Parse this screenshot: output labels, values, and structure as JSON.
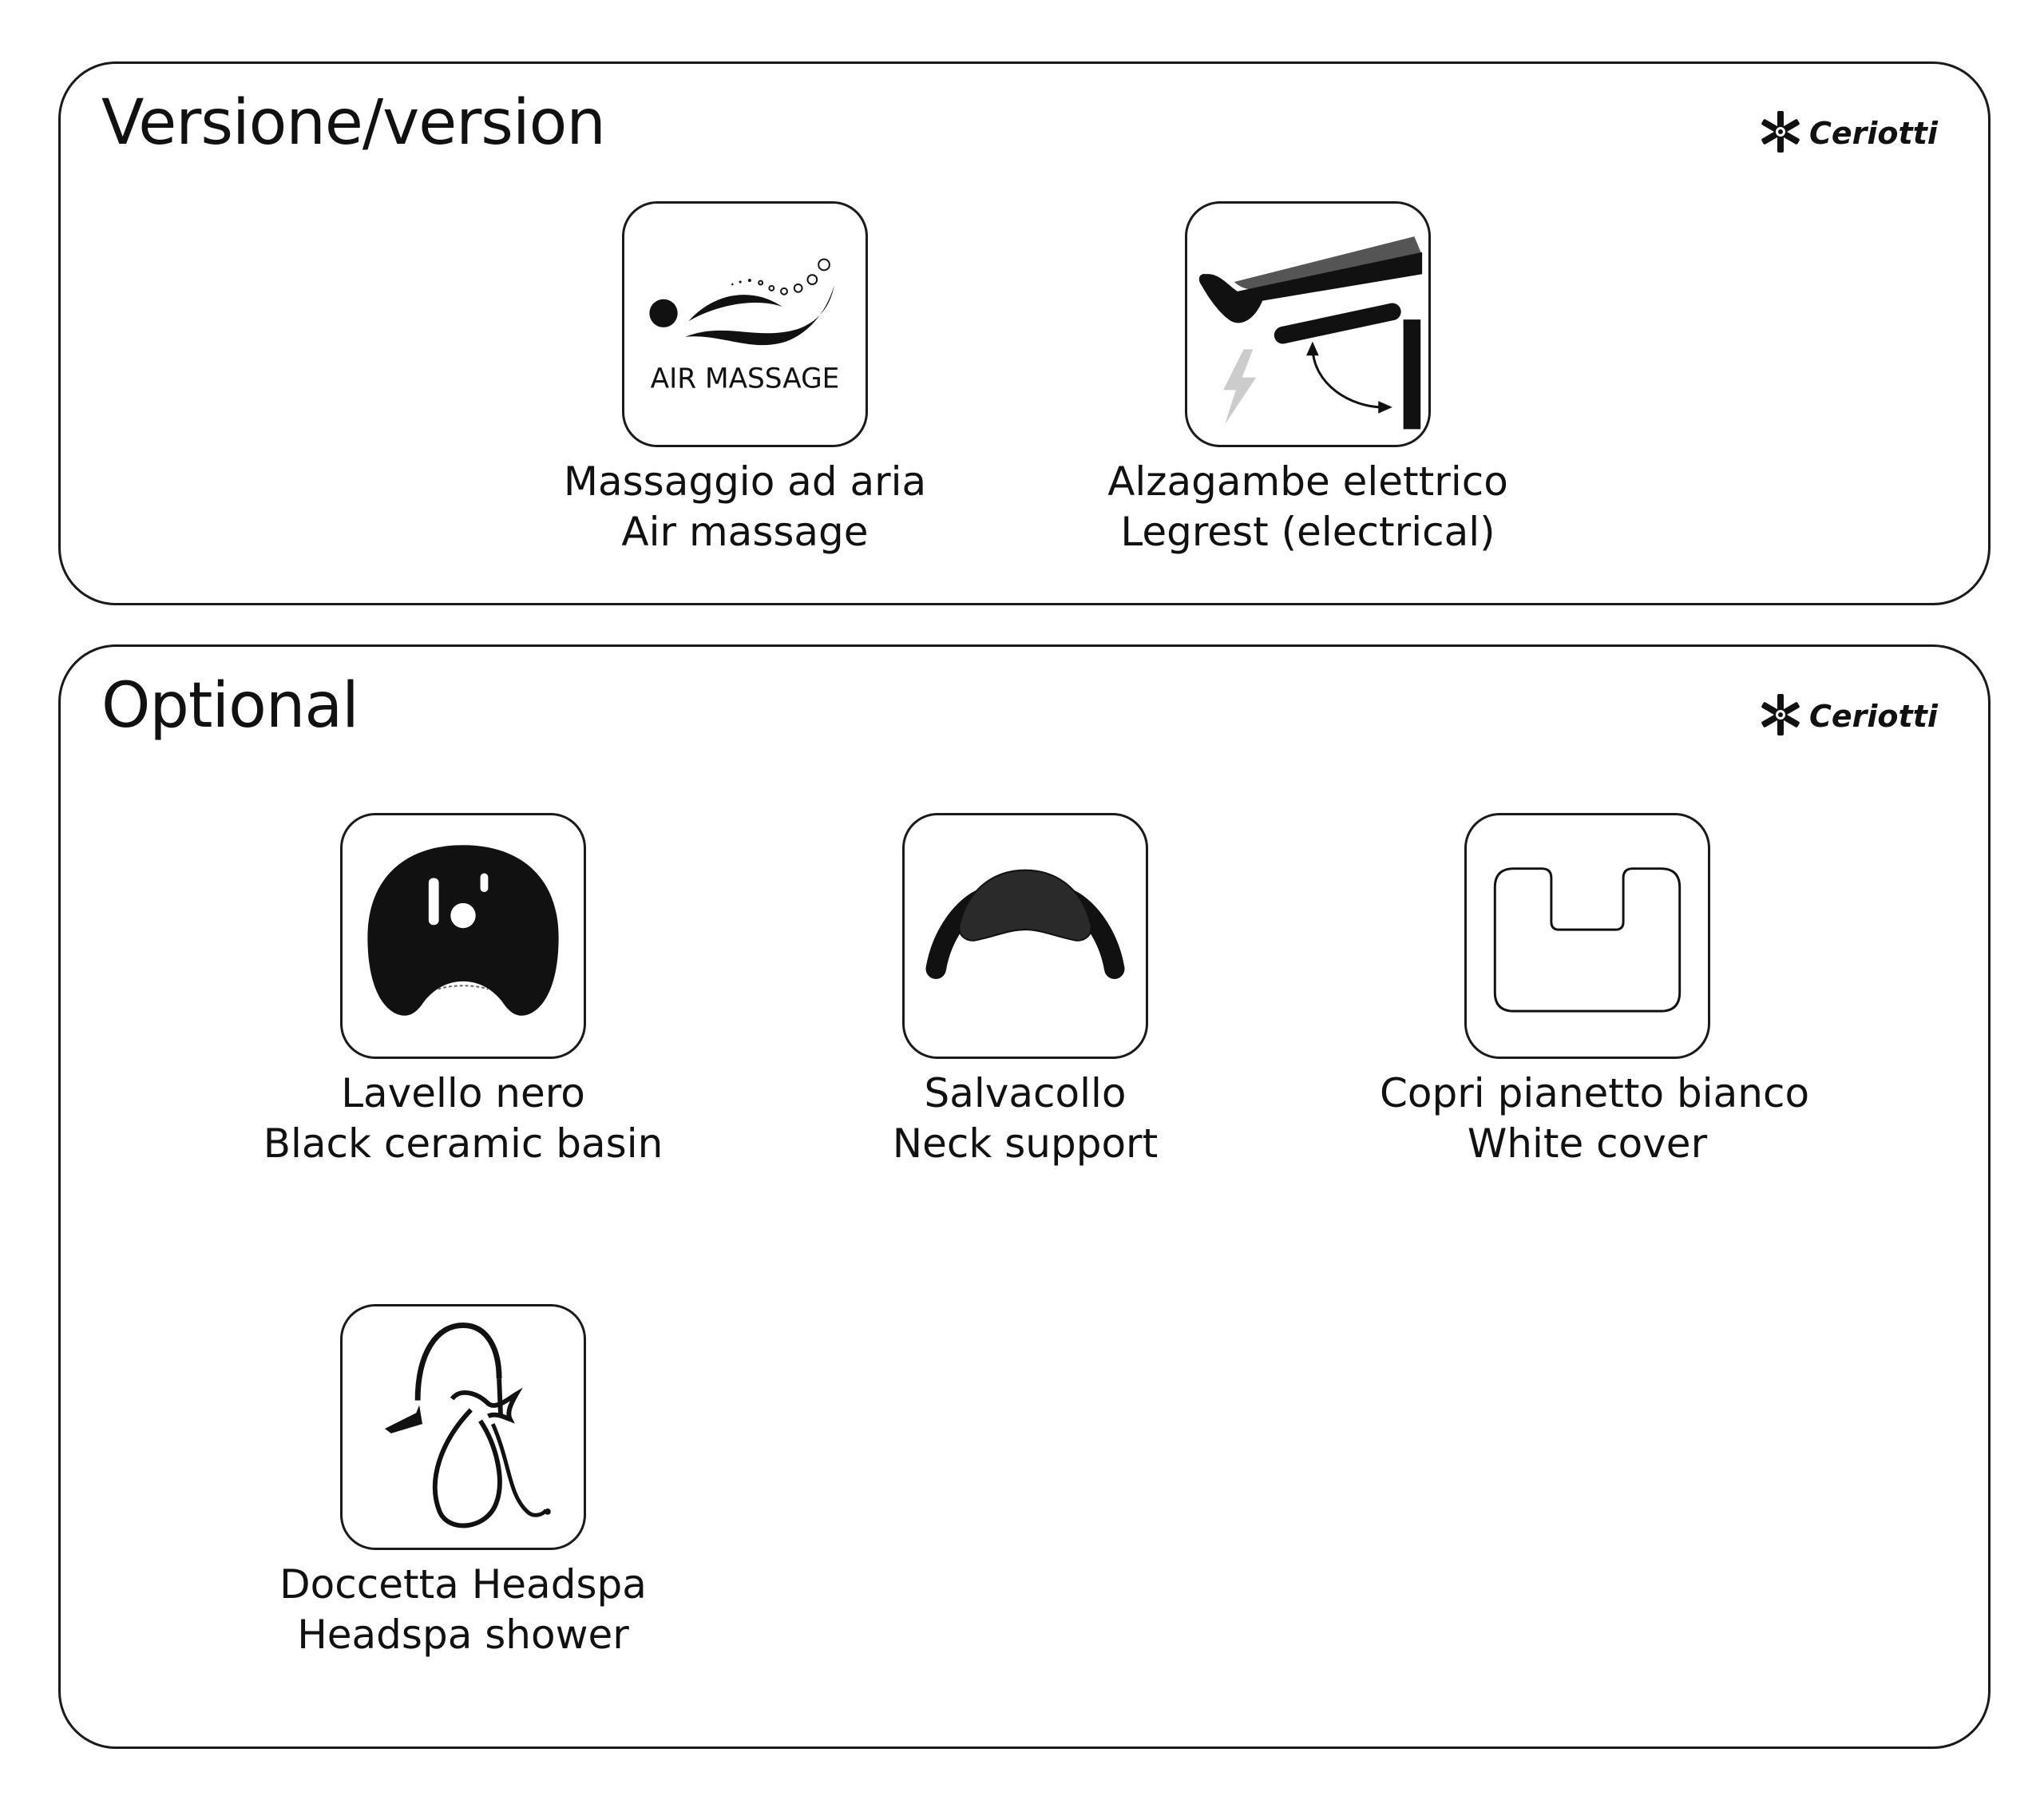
{
  "brand": {
    "logo_text": "Ceriotti",
    "logo_icon": "snowflake-logo-icon"
  },
  "version_panel": {
    "title": "Versione/version",
    "items": [
      {
        "icon": "air-massage-icon",
        "icon_caption": "AIR MASSAGE",
        "label_it": "Massaggio ad aria",
        "label_en": "Air massage"
      },
      {
        "icon": "electric-legrest-icon",
        "label_it": "Alzagambe elettrico",
        "label_en": "Legrest (electrical)"
      }
    ]
  },
  "optional_panel": {
    "title": "Optional",
    "items": [
      {
        "icon": "black-basin-icon",
        "label_it": "Lavello nero",
        "label_en": "Black ceramic basin"
      },
      {
        "icon": "neck-support-icon",
        "label_it": "Salvacollo",
        "label_en": "Neck support"
      },
      {
        "icon": "white-cover-icon",
        "label_it": "Copri pianetto bianco",
        "label_en": "White cover"
      },
      {
        "icon": "headspa-shower-icon",
        "label_it": "Doccetta Headspa",
        "label_en": "Headspa shower"
      }
    ]
  },
  "colors": {
    "ink": "#111111",
    "border": "#1a1a1a",
    "background": "#ffffff",
    "lightning_gray": "#cccccc"
  }
}
